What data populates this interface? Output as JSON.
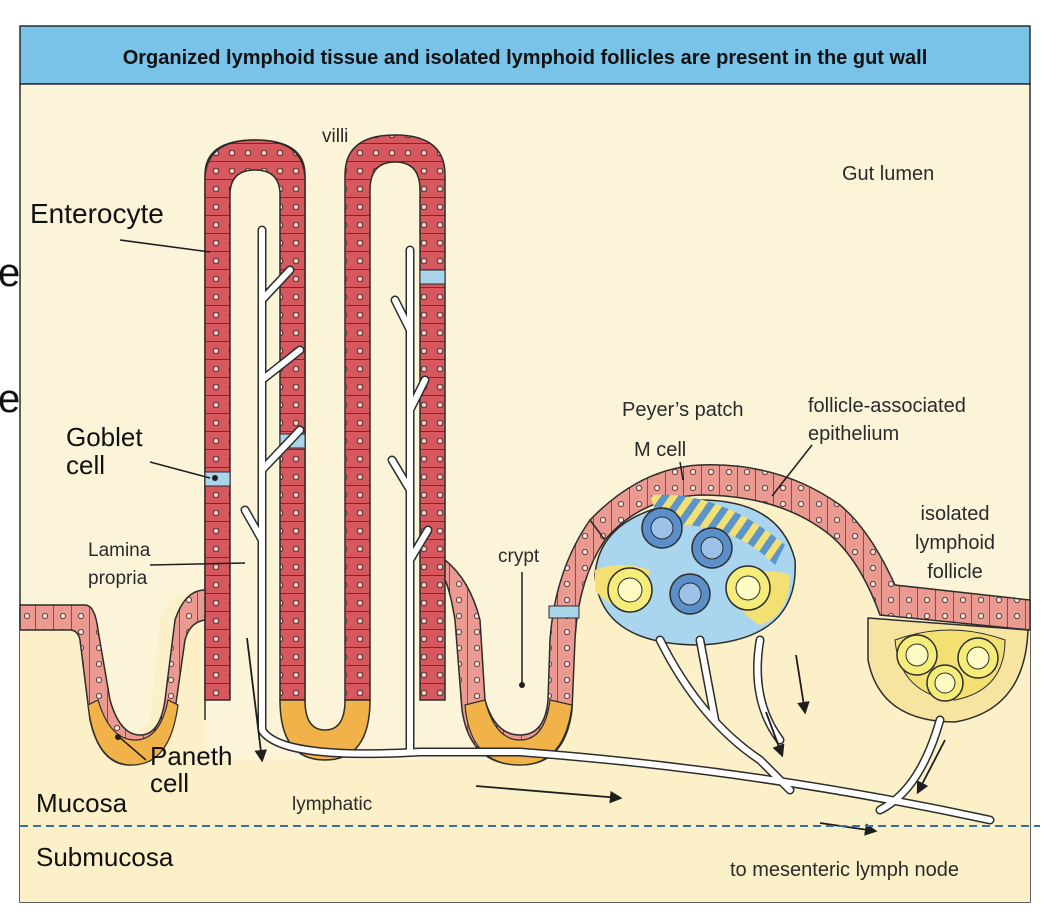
{
  "title": "Organized lymphoid tissue and isolated lymphoid follicles are present in the gut wall",
  "labels": {
    "villi": "villi",
    "gut_lumen": "Gut lumen",
    "enterocyte": "Enterocyte",
    "goblet_line1": "Goblet",
    "goblet_line2": "cell",
    "lamina_line1": "Lamina",
    "lamina_line2": "propria",
    "crypt": "crypt",
    "peyers_patch": "Peyer’s patch",
    "m_cell": "M cell",
    "fae_line1": "follicle-associated",
    "fae_line2": "epithelium",
    "ilf_line1": "isolated",
    "ilf_line2": "lymphoid",
    "ilf_line3": "follicle",
    "paneth_line1": "Paneth",
    "paneth_line2": "cell",
    "lymphatic": "lymphatic",
    "mucosa": "Mucosa",
    "submucosa": "Submucosa",
    "to_node": "to mesenteric lymph node",
    "edge_char_1": "e",
    "edge_char_2": "e"
  },
  "colors": {
    "title_band": "#79c3e9",
    "background": "#fbf4d9",
    "epithelium": "#d7585e",
    "epithelium_light": "#ea9a90",
    "goblet": "#a9d4ea",
    "paneth": "#f1b24a",
    "follicle_blue": "#a9d6ee",
    "follicle_yellow": "#f3e073",
    "lymphatic": "#ffffff",
    "outline": "#2d2d2d",
    "boundary": "#3b6fa0"
  }
}
